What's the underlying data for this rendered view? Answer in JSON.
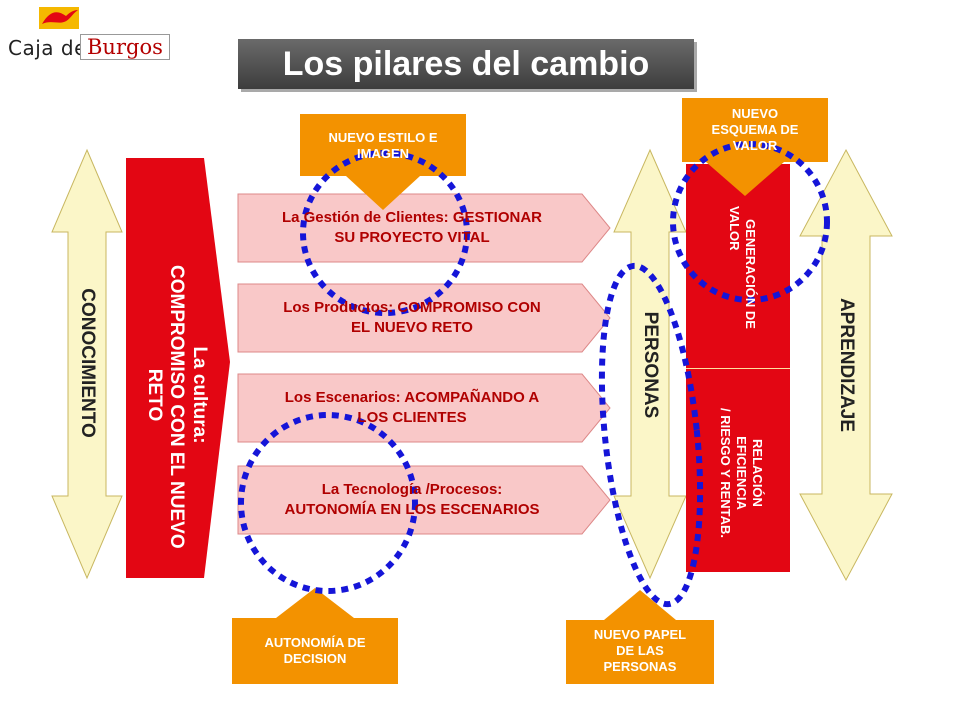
{
  "logo": {
    "text_left": "Caja de",
    "text_right": "Burgos"
  },
  "title": "Los pilares del cambio",
  "left_arrow": {
    "label": "CONOCIMIENTO"
  },
  "culture_banner": {
    "line1": "La cultura:",
    "line2": "COMPROMISO CON EL NUEVO",
    "line3": "RETO"
  },
  "pillars": [
    {
      "line1": "La Gestión de Clientes: GESTIONAR",
      "line2": "SU PROYECTO VITAL"
    },
    {
      "line1": "Los Productos: COMPROMISO CON",
      "line2": "EL NUEVO RETO"
    },
    {
      "line1": "Los Escenarios: ACOMPAÑANDO A",
      "line2": "LOS CLIENTES"
    },
    {
      "line1": "La Tecnología /Procesos:",
      "line2": "AUTONOMÍA EN LOS ESCENARIOS"
    }
  ],
  "personas_arrow": {
    "label": "PERSONAS"
  },
  "red_column": {
    "top": {
      "line1": "GENERACIÓN DE",
      "line2": "VALOR"
    },
    "bottom": {
      "line1": "RELACIÓN",
      "line2": "EFICIENCIA",
      "line3": "/ RIESGO Y RENTAB."
    }
  },
  "right_arrow": {
    "label": "APRENDIZAJE"
  },
  "callouts": {
    "nuevo_estilo": {
      "line1": "NUEVO ESTILO E",
      "line2": "IMAGEN"
    },
    "nuevo_esquema": {
      "line1": "NUEVO",
      "line2": "ESQUEMA DE",
      "line3": "VALOR"
    },
    "autonomia": {
      "line1": "AUTONOMÍA DE",
      "line2": "DECISION"
    },
    "nuevo_papel": {
      "line1": "NUEVO PAPEL",
      "line2": "DE LAS",
      "line3": "PERSONAS"
    }
  },
  "colors": {
    "red": "#e30613",
    "orange": "#f39200",
    "pink": "#f9c8c8",
    "cream": "#fbf6c8",
    "dotted_blue": "#1515d8",
    "title_bg": "#4a4a4a"
  }
}
